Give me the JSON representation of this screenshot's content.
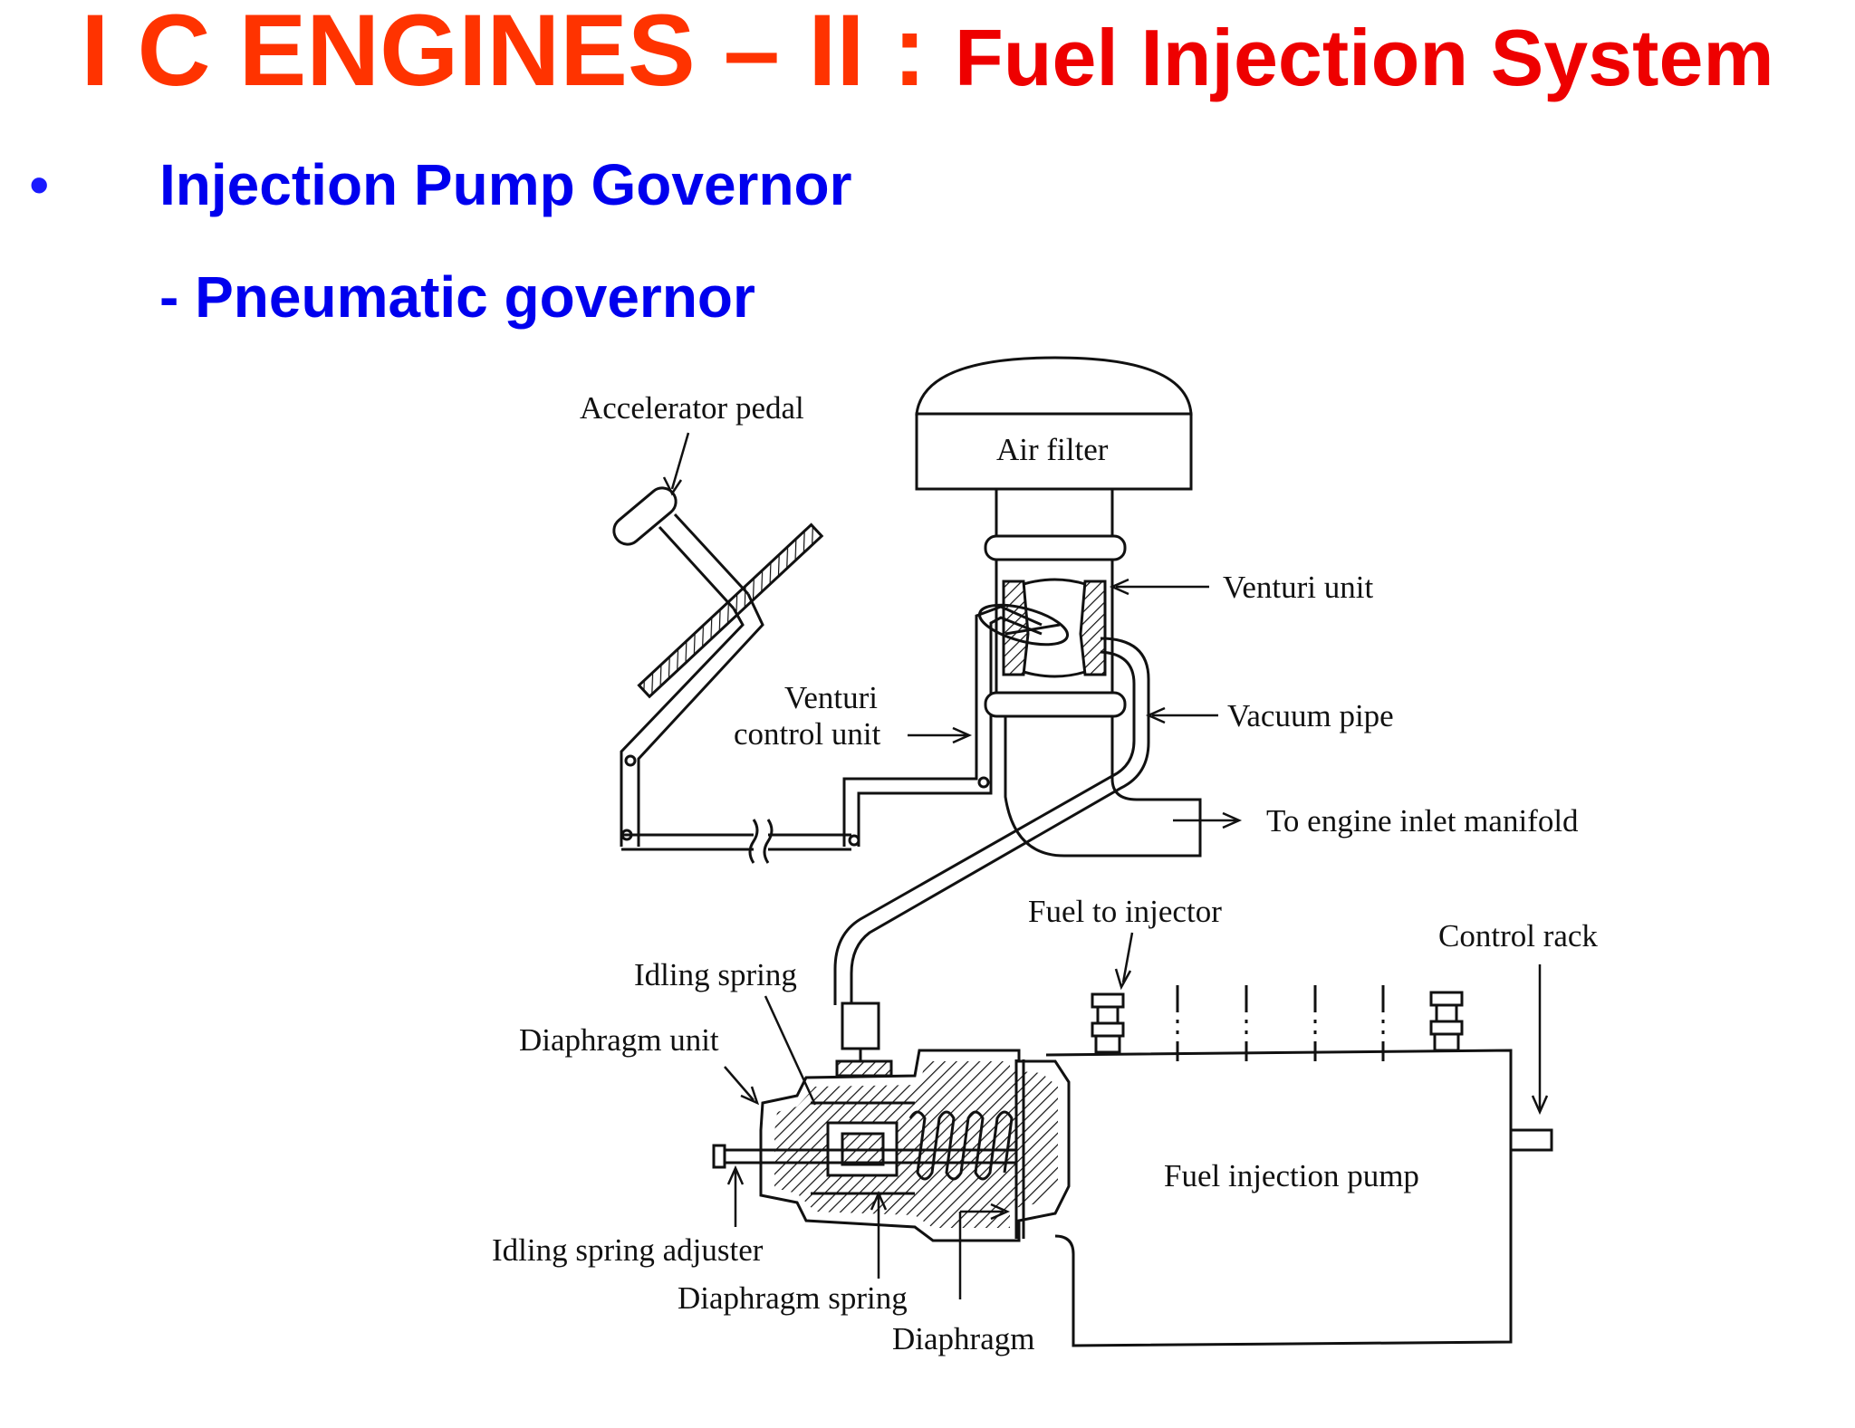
{
  "title": {
    "main": "I C ENGINES – II : ",
    "sub": "Fuel Injection System"
  },
  "bullet": {
    "symbol": "•",
    "text": "Injection Pump Governor"
  },
  "sub_bullet": "- Pneumatic governor",
  "diagram_labels": {
    "accelerator_pedal": "Accelerator pedal",
    "air_filter": "Air filter",
    "venturi_unit": "Venturi unit",
    "venturi_control_line1": "Venturi",
    "venturi_control_line2": "control unit",
    "vacuum_pipe": "Vacuum pipe",
    "engine_inlet": "To engine inlet manifold",
    "fuel_to_injector": "Fuel to injector",
    "control_rack": "Control rack",
    "idling_spring": "Idling spring",
    "diaphragm_unit": "Diaphragm unit",
    "fuel_injection_pump": "Fuel injection pump",
    "idling_spring_adjuster": "Idling spring adjuster",
    "diaphragm_spring": "Diaphragm spring",
    "diaphragm": "Diaphragm"
  },
  "colors": {
    "title_main": "#ff3300",
    "title_sub": "#ee0000",
    "bullet_text": "#0000ee"
  }
}
